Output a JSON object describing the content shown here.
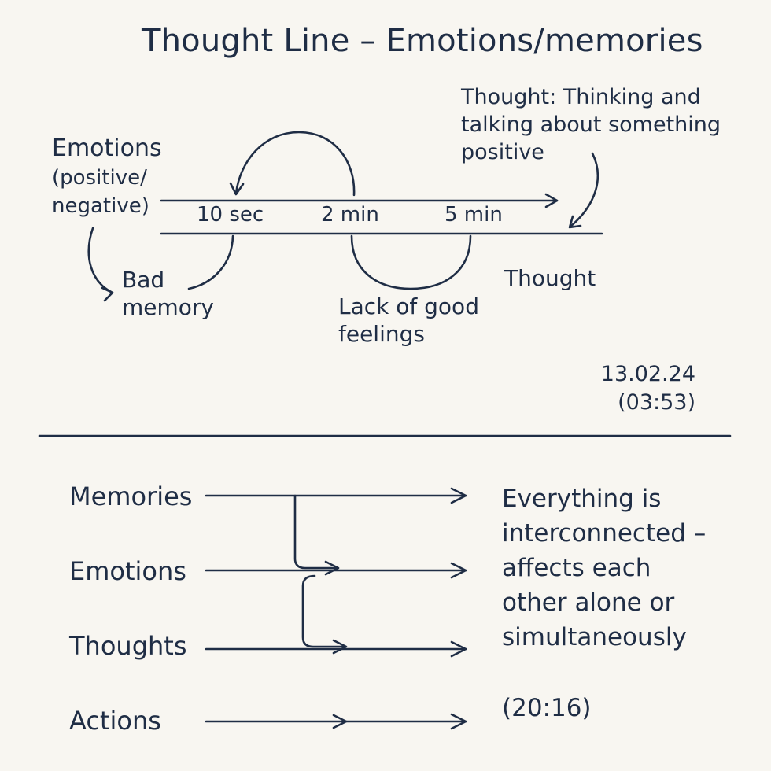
{
  "title": "Thought Line – Emotions/memories",
  "timeline": {
    "emotions_label": [
      "Emotions",
      "(positive/",
      "negative)"
    ],
    "ticks": [
      "10 sec",
      "2 min",
      "5 min"
    ],
    "bad_memory": [
      "Bad",
      "memory"
    ],
    "lack_good": [
      "Lack of good",
      "feelings"
    ],
    "thought_note": [
      "Thought: Thinking and",
      "talking about something",
      "positive"
    ],
    "thought_end": "Thought"
  },
  "stamp_top": [
    "13.02.24",
    "(03:53)"
  ],
  "connections": {
    "rows": [
      "Memories",
      "Emotions",
      "Thoughts",
      "Actions"
    ],
    "note": [
      "Everything is",
      "interconnected –",
      "affects each",
      "other alone or",
      "simultaneously"
    ],
    "time": "(20:16)"
  },
  "colors": {
    "ink": "#1f2d45",
    "paper": "#f8f6f1"
  }
}
